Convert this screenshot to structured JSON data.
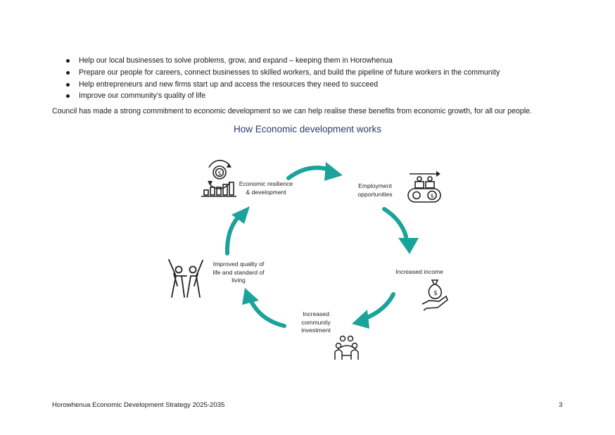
{
  "bullets": [
    "Help our local businesses to solve problems, grow, and expand – keeping them in Horowhenua",
    "Prepare our people for careers, connect businesses to skilled workers, and build the pipeline of future workers in the community",
    "Help entrepreneurs and new firms start up and access the resources they need to succeed",
    "Improve our community’s quality of life"
  ],
  "paragraph": "Council has made a strong commitment to economic development so we can help realise these benefits from economic growth, for all our people.",
  "diagram": {
    "title": "How Economic development works",
    "accent_color": "#1aa39a",
    "nodes": {
      "resilience": {
        "line1": "Economic resilience",
        "line2": "& development",
        "icon": "gear-dollar-bar-chart-icon"
      },
      "employment": {
        "line1": "Employment",
        "line2": "opportunities",
        "icon": "conveyor-workers-icon"
      },
      "income": {
        "line1": "Increased income",
        "icon": "hand-money-bag-icon"
      },
      "investment": {
        "line1": "Increased",
        "line2": "community",
        "line3": "investment",
        "icon": "community-group-icon"
      },
      "quality": {
        "line1": "Improved quality of",
        "line2": "life and standard of",
        "line3": "living",
        "icon": "celebrating-people-icon"
      }
    }
  },
  "footer": {
    "document_title": "Horowhenua Economic Development Strategy 2025-2035",
    "page_number": "3"
  }
}
